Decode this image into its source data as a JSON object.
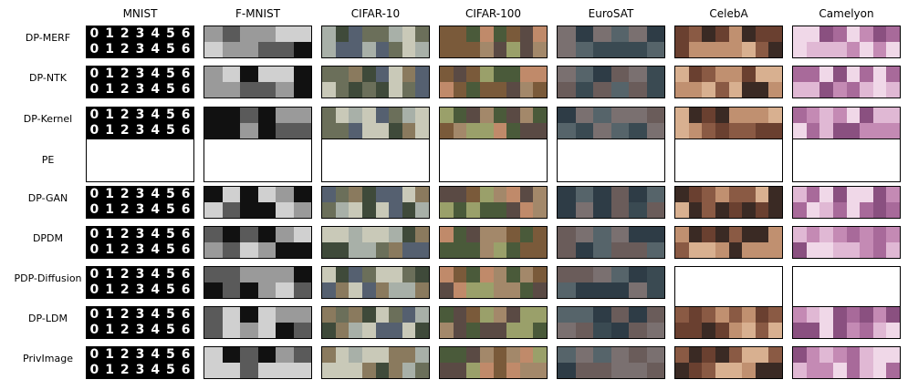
{
  "columns": [
    "MNIST",
    "F-MNIST",
    "CIFAR-10",
    "CIFAR-100",
    "EuroSAT",
    "CelebA",
    "Camelyon"
  ],
  "rows": [
    {
      "label": "DP-MERF",
      "empty": []
    },
    {
      "label": "DP-NTK",
      "empty": []
    },
    {
      "label": "DP-Kernel",
      "empty": []
    },
    {
      "label": "PE",
      "empty": [
        0,
        1,
        2,
        3,
        4,
        5,
        6
      ]
    },
    {
      "label": "DP-GAN",
      "empty": []
    },
    {
      "label": "DPDM",
      "empty": []
    },
    {
      "label": "PDP-Diffusion",
      "empty": [
        5,
        6
      ]
    },
    {
      "label": "DP-LDM",
      "empty": []
    },
    {
      "label": "PrivImage",
      "empty": []
    }
  ],
  "digit_strip": [
    "0",
    "1",
    "2",
    "3",
    "4",
    "5",
    "6"
  ],
  "palettes": {
    "MNIST": [
      "#000000"
    ],
    "F-MNIST": [
      "#111111",
      "#9a9a9a",
      "#d0d0d0",
      "#5a5a5a"
    ],
    "CIFAR-10": [
      "#6b6f5a",
      "#a8b0a8",
      "#3f4a3a",
      "#8a7a5e",
      "#c9c9b8",
      "#556070"
    ],
    "CIFAR-100": [
      "#7a5a3a",
      "#a3886a",
      "#4a5a3a",
      "#c08a6a",
      "#5a4a44",
      "#9aa06a"
    ],
    "EuroSAT": [
      "#3a4a52",
      "#56646a",
      "#6a5c5a",
      "#2e3c46",
      "#7a7070"
    ],
    "CelebA": [
      "#8a5a44",
      "#c09070",
      "#3a2a24",
      "#d8b090",
      "#6a4030"
    ],
    "Camelyon": [
      "#c48ab4",
      "#e0b8d4",
      "#a86a9a",
      "#f0d8e8",
      "#8a5080"
    ]
  }
}
